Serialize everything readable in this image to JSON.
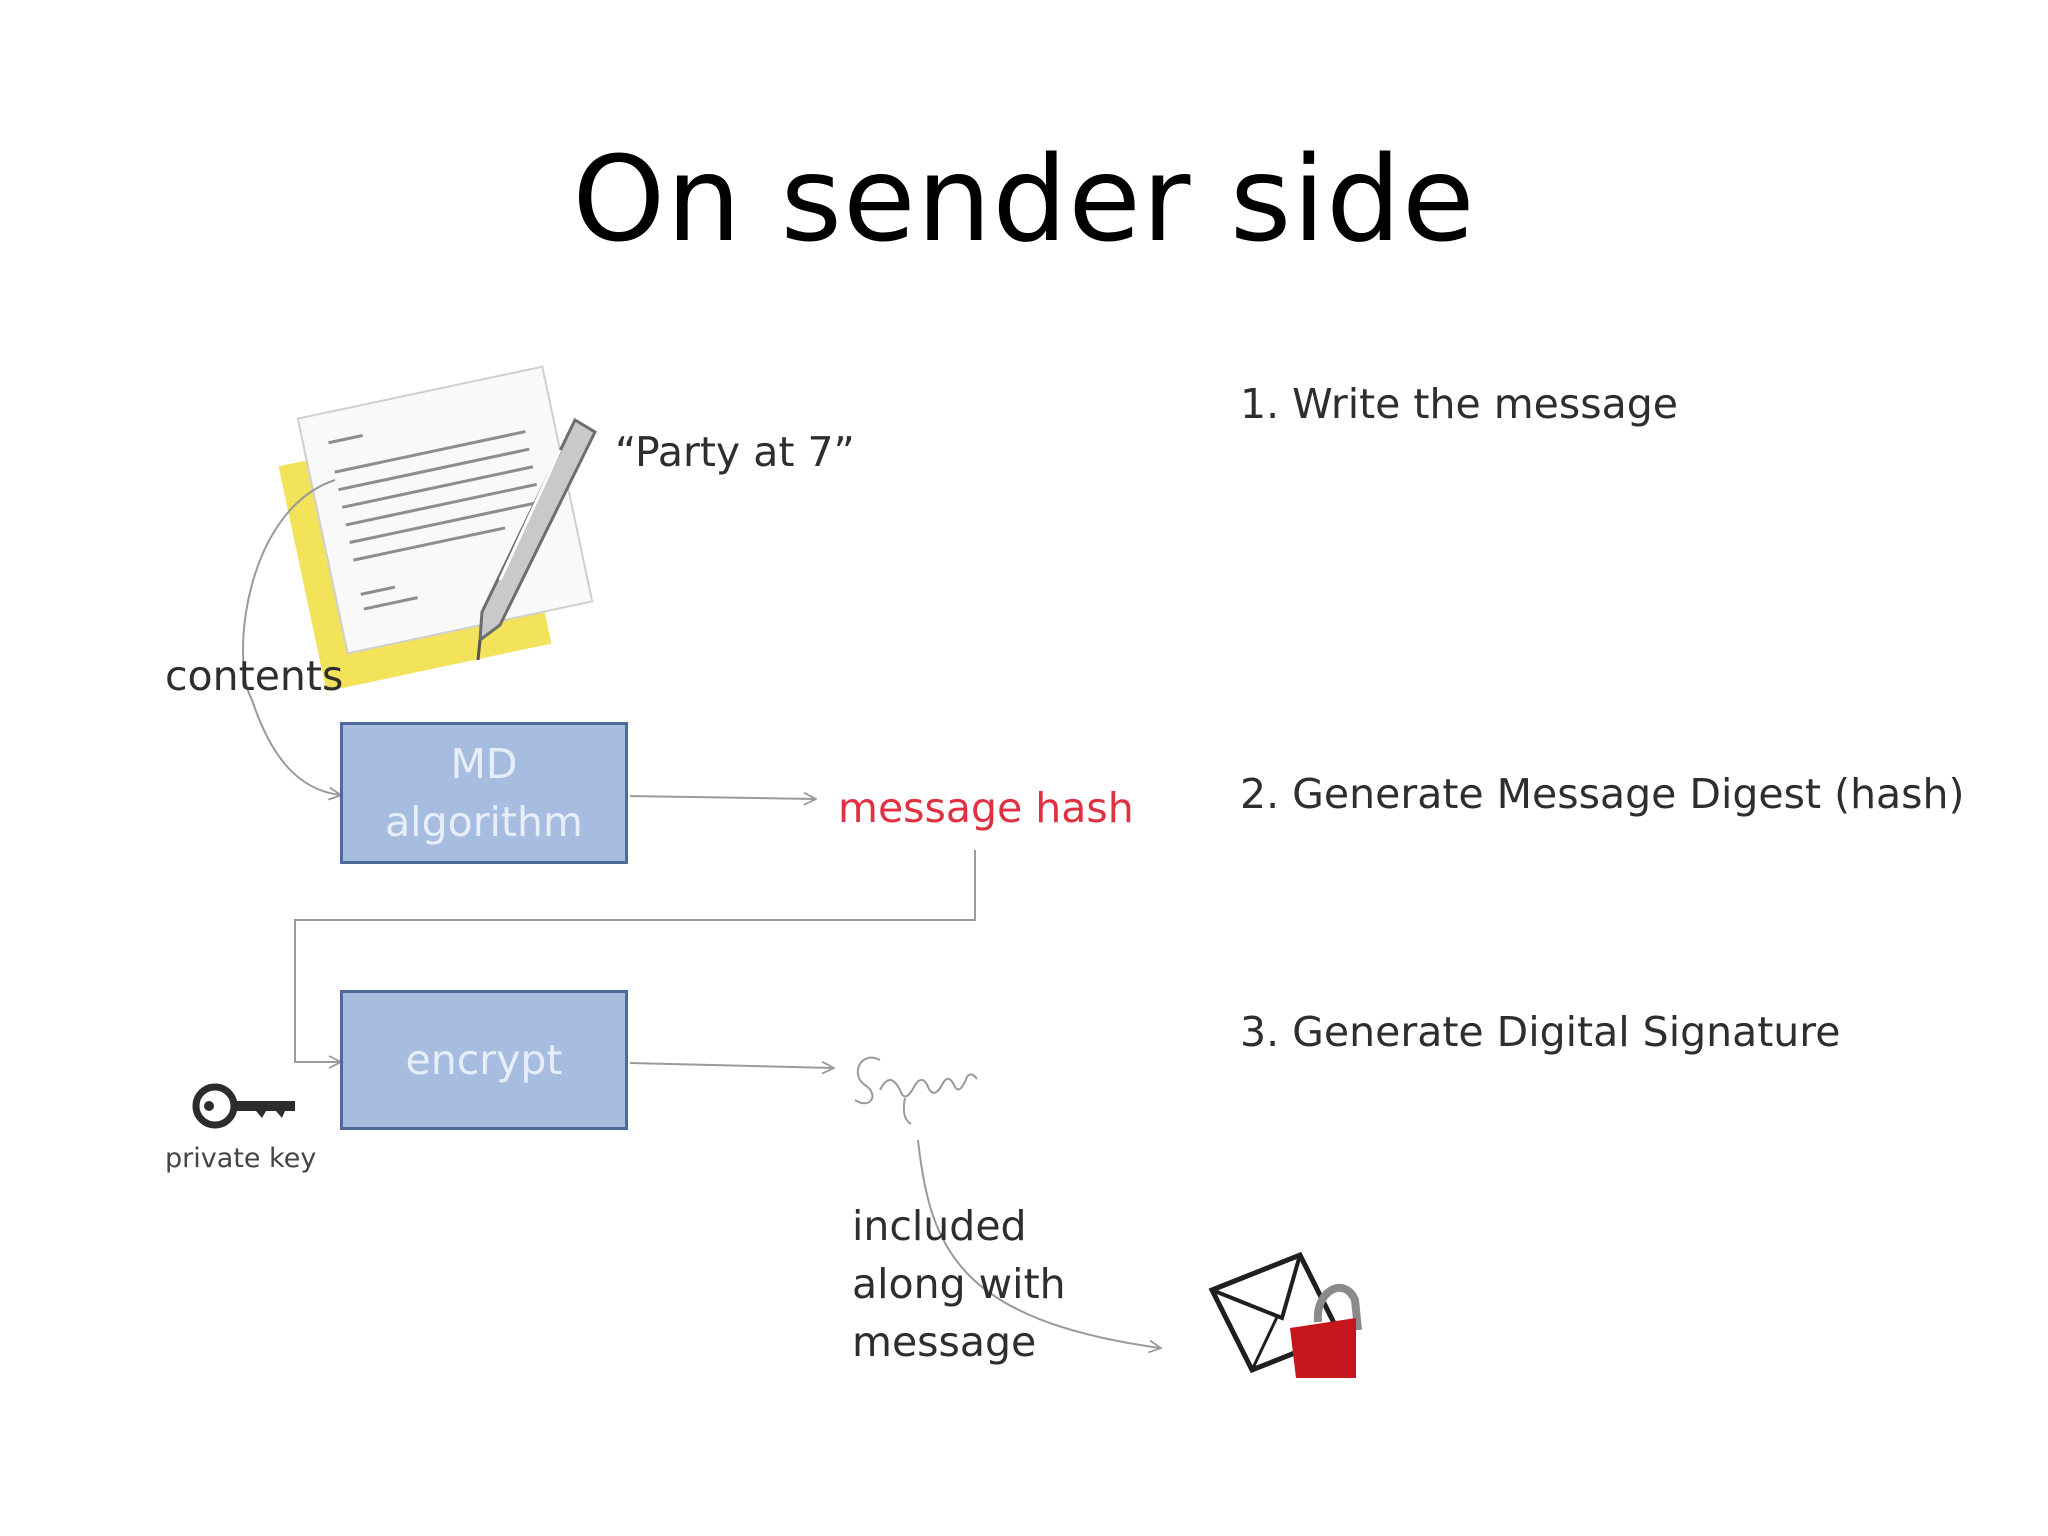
{
  "slide": {
    "title": "On sender side"
  },
  "diagram": {
    "message_quote": "“Party at 7”",
    "contents_label": "contents",
    "md_box_label": "MD\nalgorithm",
    "hash_label": "message hash",
    "encrypt_box_label": "encrypt",
    "private_key_label": "private key",
    "included_label": "included\nalong with\nmessage",
    "signature_text": "Signature"
  },
  "steps": [
    "1. Write the message",
    "2. Generate  Message Digest (hash)",
    "3. Generate  Digital Signature"
  ],
  "colors": {
    "box_fill": "#a7bde0",
    "box_border": "#4e6a9a",
    "hash_text": "#e03142",
    "envelope_lock": "#c4161c"
  },
  "icons": [
    "document-icon",
    "pen-icon",
    "key-icon",
    "signature-icon",
    "locked-envelope-icon"
  ]
}
